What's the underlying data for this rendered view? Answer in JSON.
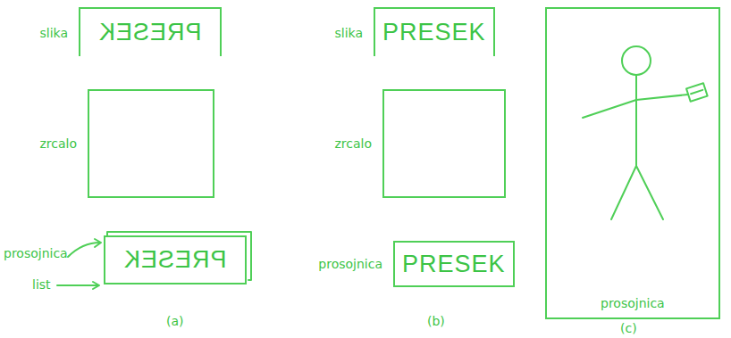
{
  "diagram": {
    "nodes": [
      {
        "text": [
          "slika",
          "PRESEK"
        ]
      },
      {
        "text": [
          "zrcalo"
        ]
      },
      {
        "text": [
          "PRESEK"
        ]
      },
      {
        "text": [
          "slika",
          "PRESEK"
        ]
      },
      {
        "text": [
          "zrcalo"
        ]
      },
      {
        "text": [
          "prosojnica",
          "PRESEK"
        ]
      },
      {
        "text": [
          "prosojnica"
        ]
      }
    ],
    "labels": [
      "prosojnica",
      "list",
      "(a)",
      "(b)",
      "(c)"
    ]
  }
}
